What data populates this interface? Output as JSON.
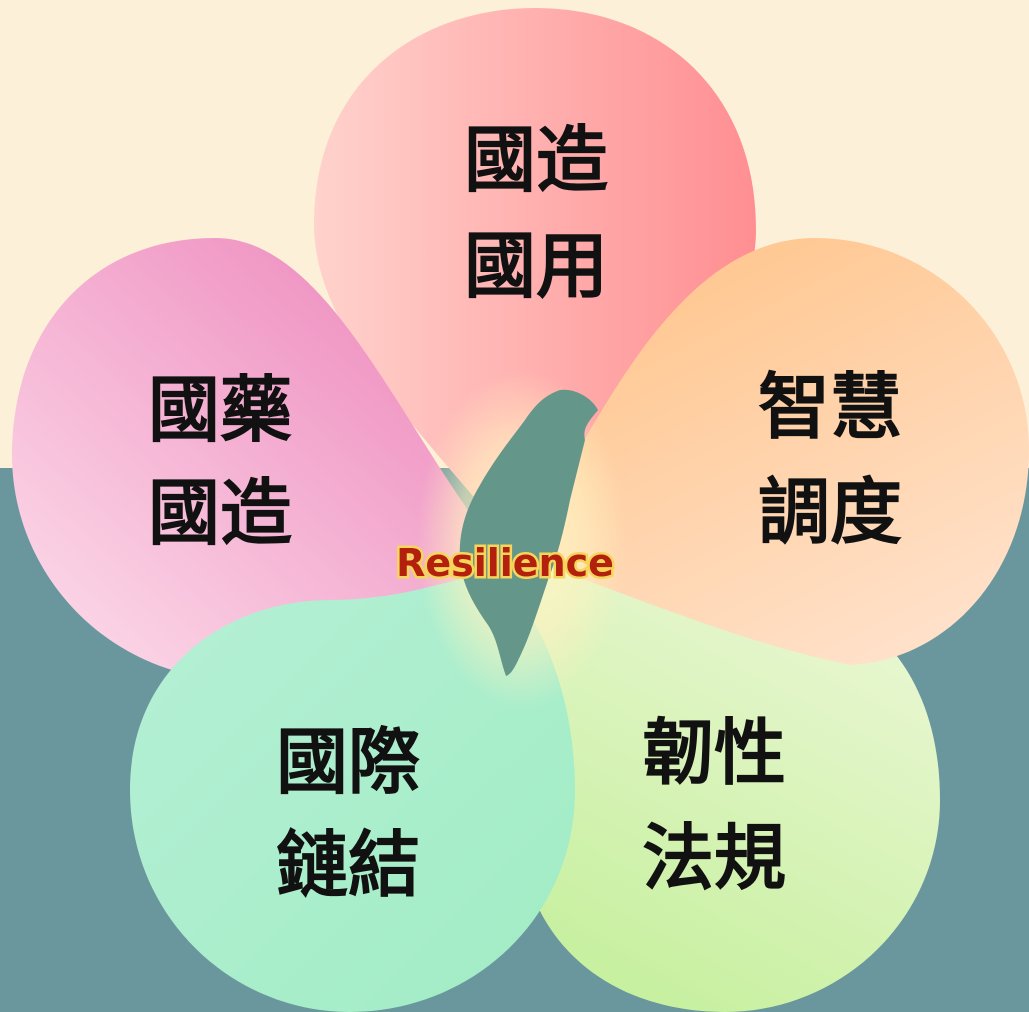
{
  "center": {
    "label": "Resilience"
  },
  "petals": [
    {
      "id": "top",
      "lines": [
        "國造",
        "國用"
      ]
    },
    {
      "id": "right",
      "lines": [
        "智慧",
        "調度"
      ]
    },
    {
      "id": "bottom-right",
      "lines": [
        "韌性",
        "法規"
      ]
    },
    {
      "id": "bottom-left",
      "lines": [
        "國際",
        "鏈結"
      ]
    },
    {
      "id": "left",
      "lines": [
        "國藥",
        "國造"
      ]
    }
  ],
  "colors": {
    "background_top": "#fdf0d8",
    "background_bottom": "#6a969d",
    "island": "#64968a",
    "petal_top": "#ff9090",
    "petal_right": "#ffc898",
    "petal_bottom_right": "#d6f6ba",
    "petal_bottom_left": "#a8eed0",
    "petal_left": "#ef8cbc"
  }
}
